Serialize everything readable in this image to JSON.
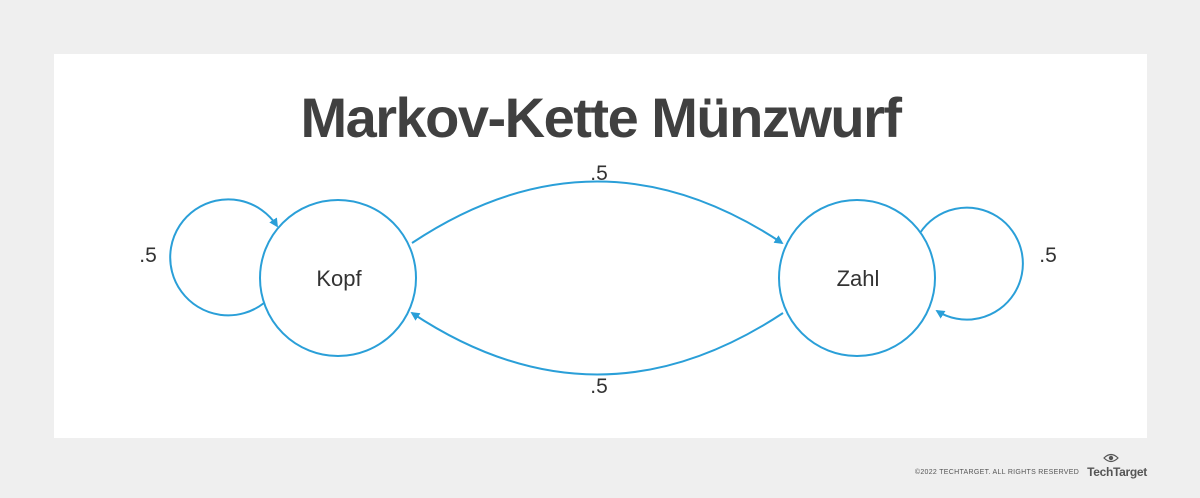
{
  "diagram": {
    "title": "Markov-Kette Münzwurf",
    "colors": {
      "stroke": "#2a9fd8",
      "text": "#333333",
      "title": "#404040",
      "background": "#efefef",
      "panel": "#ffffff"
    },
    "states": [
      {
        "id": "kopf",
        "label": "Kopf"
      },
      {
        "id": "zahl",
        "label": "Zahl"
      }
    ],
    "transitions": [
      {
        "from": "Kopf",
        "to": "Kopf",
        "probability": ".5"
      },
      {
        "from": "Kopf",
        "to": "Zahl",
        "probability": ".5"
      },
      {
        "from": "Zahl",
        "to": "Kopf",
        "probability": ".5"
      },
      {
        "from": "Zahl",
        "to": "Zahl",
        "probability": ".5"
      }
    ]
  },
  "footer": {
    "copyright": "©2022 TECHTARGET. ALL RIGHTS RESERVED",
    "brand": "TechTarget",
    "brand_icon": "eye-icon"
  }
}
